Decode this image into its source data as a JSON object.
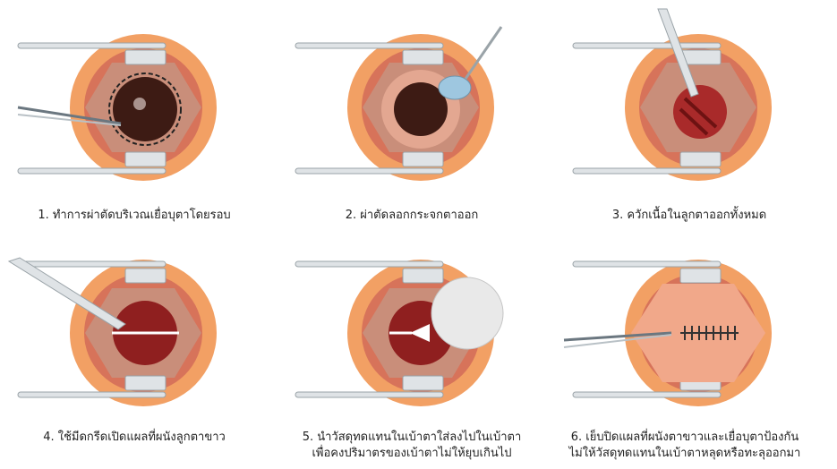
{
  "colors": {
    "skin_outer": "#f2a064",
    "skin_inner": "#d7735a",
    "hexagon": "#c98e7a",
    "speculum": "#dfe3e6",
    "iris": "#3d1b14",
    "tissue": "#a92a2a"
  },
  "steps": [
    {
      "number": "1.",
      "text": "ทำการผ่าตัดบริเวณเยื่อบุตาโดยรอบ",
      "line2": ""
    },
    {
      "number": "2.",
      "text": "ผ่าตัดลอกกระจกตาออก",
      "line2": ""
    },
    {
      "number": "3.",
      "text": "ควักเนื้อในลูกตาออกทั้งหมด",
      "line2": ""
    },
    {
      "number": "4.",
      "text": "ใช้มีดกรีดเปิดแผลที่ผนังลูกตาขาว",
      "line2": ""
    },
    {
      "number": "5.",
      "text": "นำวัสดุทดแทนในเบ้าตาใส่ลงไปในเบ้าตา",
      "line2": "เพื่อคงปริมาตรของเบ้าตาไม่ให้ยุบเกินไป"
    },
    {
      "number": "6.",
      "text": "เย็บปิดแผลที่ผนังตาขาวและเยื่อบุตาป้องกัน",
      "line2": "ไม่ให้วัสดุทดแทนในเบ้าตาหลุดหรือทะลุออกมา"
    }
  ]
}
